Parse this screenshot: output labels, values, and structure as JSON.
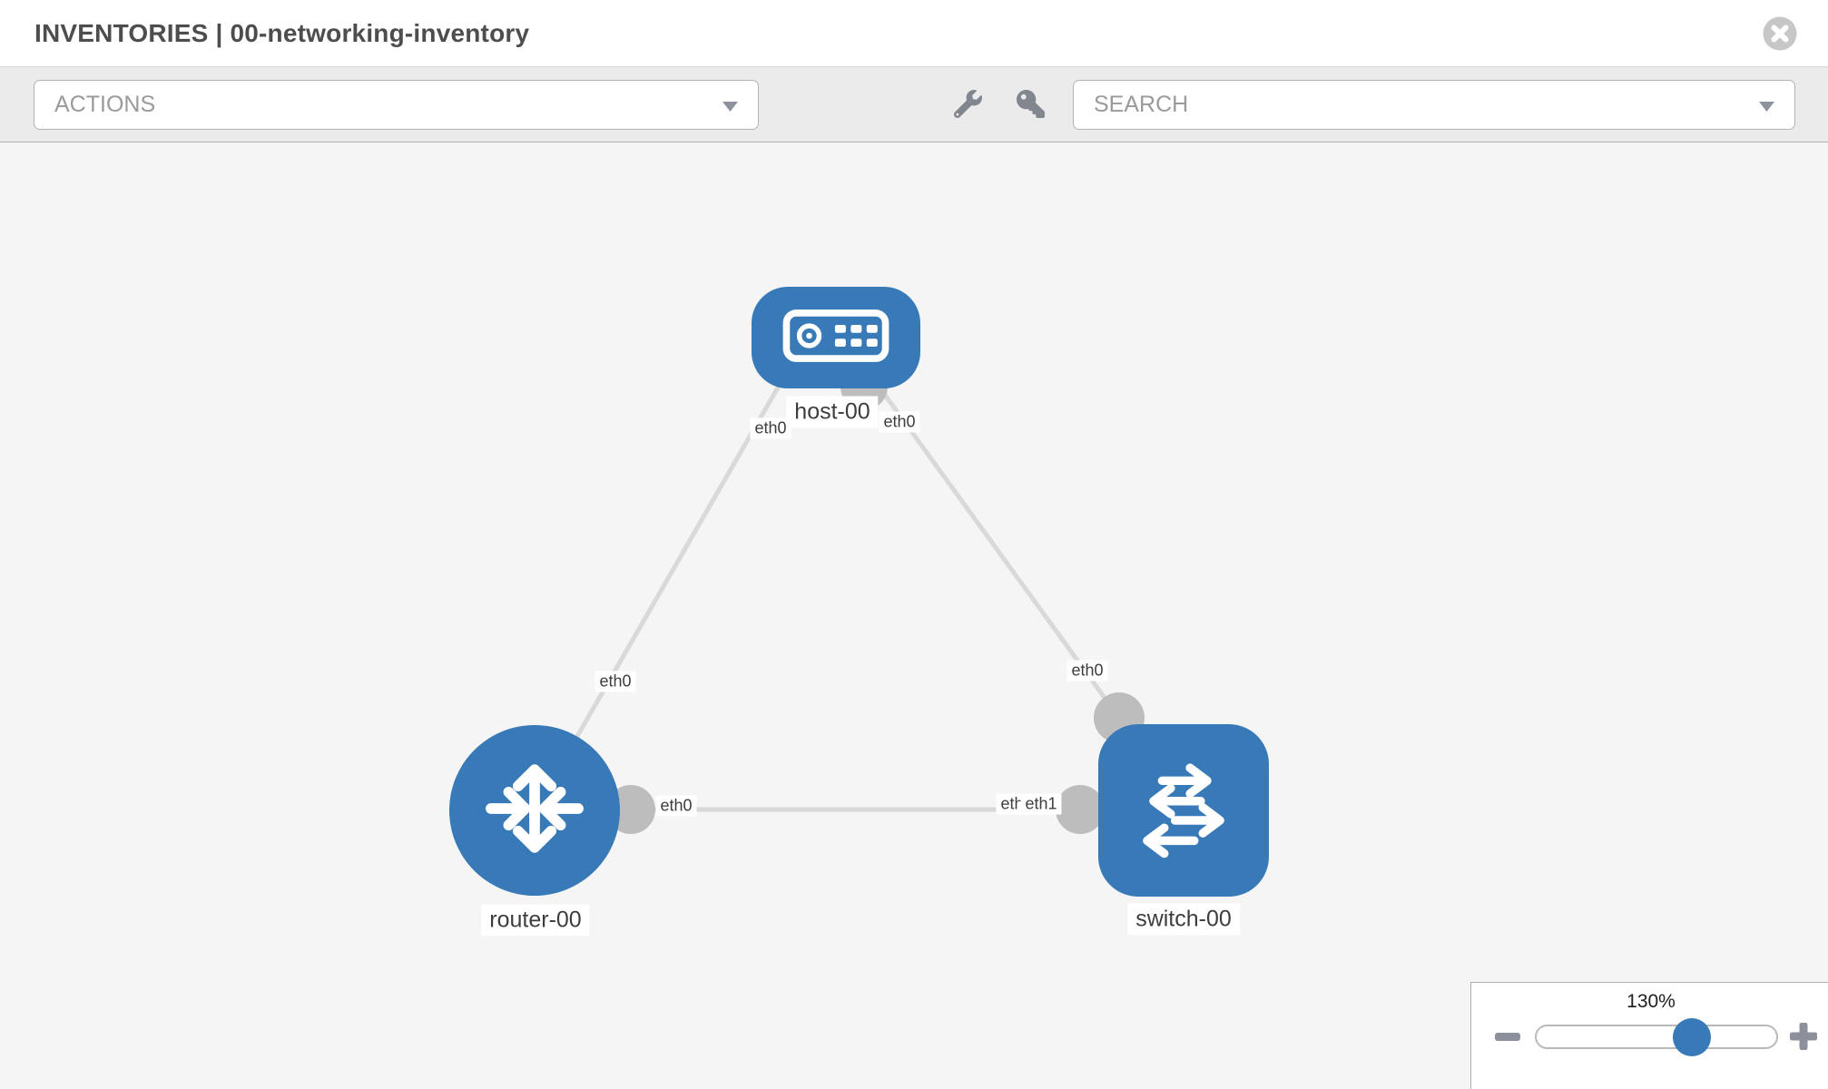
{
  "header": {
    "title": "INVENTORIES | 00-networking-inventory"
  },
  "toolbar": {
    "actions_label": "ACTIONS",
    "search_label": "SEARCH"
  },
  "topology": {
    "nodes": [
      {
        "id": "host-00",
        "type": "host",
        "label": "host-00"
      },
      {
        "id": "router-00",
        "type": "router",
        "label": "router-00"
      },
      {
        "id": "switch-00",
        "type": "switch",
        "label": "switch-00"
      }
    ],
    "links": [
      {
        "source": "host-00",
        "target": "router-00",
        "source_if": "eth0",
        "target_if": "eth0"
      },
      {
        "source": "host-00",
        "target": "switch-00",
        "source_if": "eth0",
        "target_if": "eth0"
      },
      {
        "source": "router-00",
        "target": "switch-00",
        "source_if": "eth0",
        "target_if": "eth1",
        "target_if_hidden": "eth0"
      }
    ]
  },
  "zoom_control": {
    "level": "130%"
  },
  "colors": {
    "node_blue": "#3879b7",
    "link_gray": "#d9d9d9",
    "interface_gray": "#bdbdbd",
    "canvas_bg": "#f5f5f5",
    "toolbar_bg": "#ebebeb"
  }
}
